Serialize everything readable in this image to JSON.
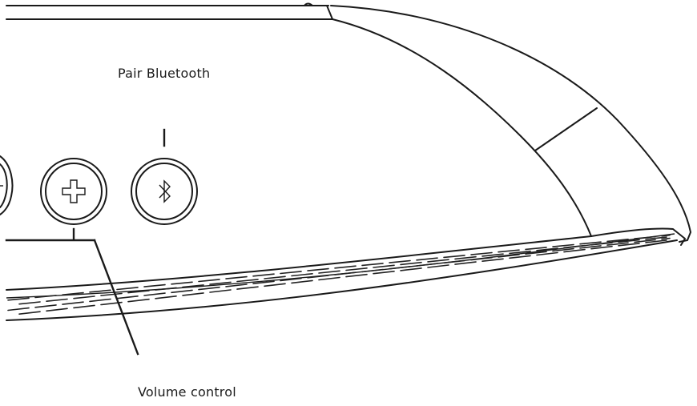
{
  "callouts": {
    "pair_bluetooth": "Pair Bluetooth",
    "volume_control": "Volume control"
  },
  "buttons": [
    {
      "icon": "volume-minus-icon",
      "visible": "partial"
    },
    {
      "icon": "volume-plus-icon"
    },
    {
      "icon": "bluetooth-icon"
    }
  ],
  "colors": {
    "line": "#1a1a1a",
    "background": "#ffffff"
  }
}
